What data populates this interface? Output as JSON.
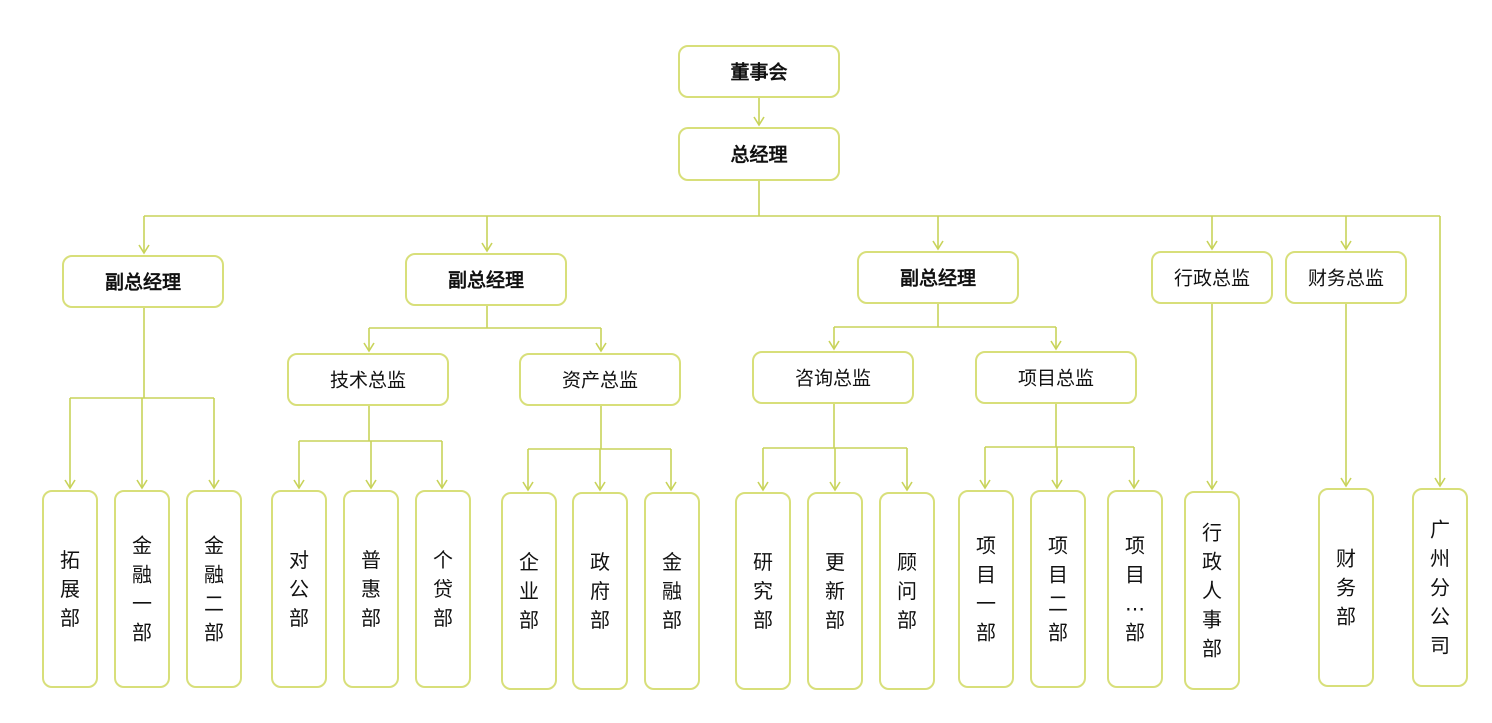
{
  "board": "董事会",
  "gm": "总经理",
  "vp1": "副总经理",
  "vp2": "副总经理",
  "vp3": "副总经理",
  "admin_director": "行政总监",
  "finance_director": "财务总监",
  "tech_director": "技术总监",
  "asset_director": "资产总监",
  "consult_director": "咨询总监",
  "project_director": "项目总监",
  "depts": {
    "tuozhan": "拓展部",
    "jinrong1": "金融一部",
    "jinrong2": "金融二部",
    "duigong": "对公部",
    "puhui": "普惠部",
    "gedai": "个贷部",
    "qiye": "企业部",
    "zhengfu": "政府部",
    "jinrong": "金融部",
    "yanjiu": "研究部",
    "gengxin": "更新部",
    "guwen": "顾问部",
    "xiangmu1": "项目一部",
    "xiangmu2": "项目二部",
    "xiangmu3": "项目…部",
    "renshi": "行政人事部",
    "caiwu": "财务部",
    "guangzhou": "广州分公司"
  },
  "colors": {
    "line": "#c8d35a",
    "box_border": "#d8df7a",
    "text": "#111111"
  }
}
